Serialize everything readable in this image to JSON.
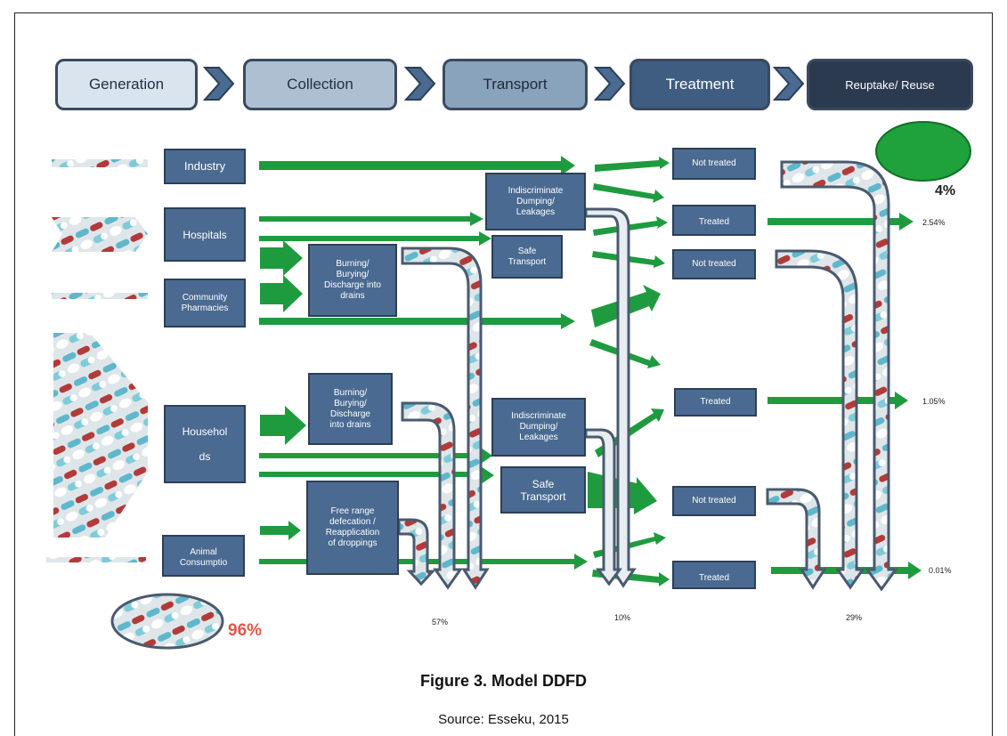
{
  "stages": [
    {
      "label": "Generation",
      "fill": "#d9e4ee"
    },
    {
      "label": "Collection",
      "fill": "#aebfd2"
    },
    {
      "label": "Transport",
      "fill": "#8aa3bd"
    },
    {
      "label": "Treatment",
      "fill": "#3f5d80"
    },
    {
      "label": "Reuptake/ Reuse",
      "fill": "#2b3a4f"
    }
  ],
  "sources": {
    "industry": "Industry",
    "hospitals": "Hospitals",
    "pharmacies": "Community\nPharmacies",
    "households": "Househol\n\nds",
    "animal": "Animal\nConsumptio"
  },
  "collection": {
    "burning1": "Burning/\nBurying/\nDischarge into\ndrains",
    "burning2": "Burning/\nBurying/\nDischarge\ninto drains",
    "free_range": "Free range\ndefecation /\nReapplication\nof droppings"
  },
  "transport": {
    "dumping1": "Indiscriminate\nDumping/\nLeakages",
    "safe1": "Safe\nTransport",
    "dumping2": "Indiscriminate\nDumping/\nLeakages",
    "safe2": "Safe\nTransport"
  },
  "treatment": {
    "t1": "Not treated",
    "t2": "Treated",
    "t3": "Not treated",
    "t4": "Treated",
    "t5": "Not treated",
    "t6": "Treated"
  },
  "percentages": {
    "p254": "2.54%",
    "p105": "1.05%",
    "p001": "0.01%",
    "p57": "57%",
    "p10": "10%",
    "p29": "29%",
    "p4": "4%",
    "p96": "96%"
  },
  "colors": {
    "arrow_green": "#1f9b3f",
    "box_fill": "#4a6a91",
    "box_border": "#2c3f58",
    "reuse_ellipse": "#1fa23b",
    "percent_red": "#e0584b"
  },
  "caption": {
    "title": "Figure 3. Model DDFD",
    "source": "Source: Esseku, 2015"
  }
}
